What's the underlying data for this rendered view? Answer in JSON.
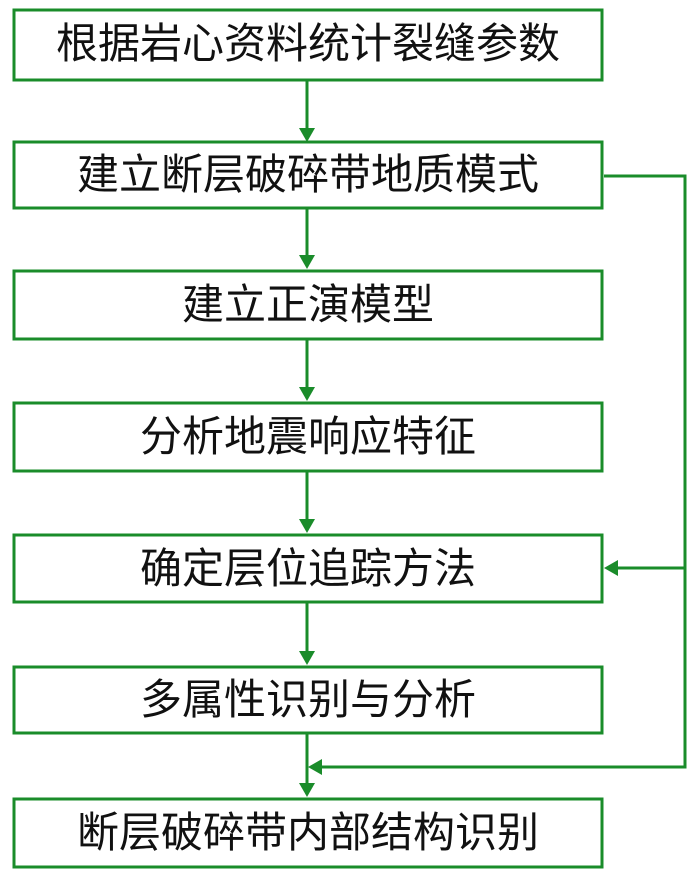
{
  "diagram": {
    "accent_color": "#1a8c2a",
    "steps": [
      "根据岩心资料统计裂缝参数",
      "建立断层破碎带地质模式",
      "建立正演模型",
      "分析地震响应特征",
      "确定层位追踪方法",
      "多属性识别与分析",
      "断层破碎带内部结构识别"
    ],
    "connections": [
      {
        "from": 0,
        "to": 1
      },
      {
        "from": 1,
        "to": 2
      },
      {
        "from": 2,
        "to": 3
      },
      {
        "from": 3,
        "to": 4
      },
      {
        "from": 4,
        "to": 5
      },
      {
        "from": 5,
        "to": 6
      },
      {
        "from": 1,
        "to": 4,
        "route": "right-side"
      },
      {
        "from": 1,
        "to": 6,
        "route": "right-side"
      }
    ]
  }
}
